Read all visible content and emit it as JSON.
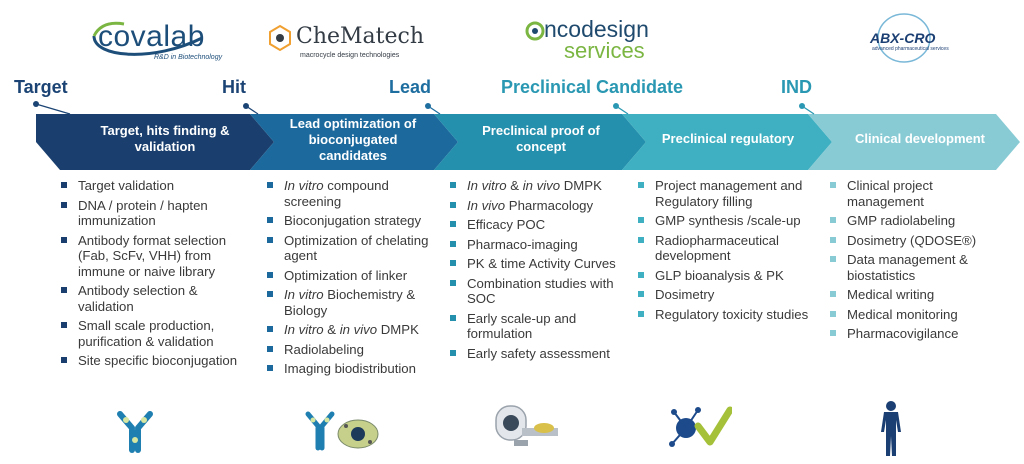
{
  "logos": [
    {
      "name": "covalab",
      "sub": "R&D in Biotechnology"
    },
    {
      "name": "CheMatech",
      "sub": "macrocycle design technologies"
    },
    {
      "name_prefix": "o",
      "name": "ncodesign",
      "name2": "services"
    },
    {
      "name": "ABX-CRO",
      "sub": "advanced pharmaceutical services"
    }
  ],
  "milestones": [
    {
      "label": "Target",
      "color": "#1b4474"
    },
    {
      "label": "Hit",
      "color": "#1b4474"
    },
    {
      "label": "Lead",
      "color": "#1f6ea0"
    },
    {
      "label": "Preclinical Candidate",
      "color": "#2a98b2"
    },
    {
      "label": "IND",
      "color": "#2a98b2"
    }
  ],
  "stages": [
    {
      "label": "Target, hits finding & validation",
      "color": "#1a3f6e"
    },
    {
      "label": "Lead optimization of bioconjugated candidates",
      "color": "#1c6a9d"
    },
    {
      "label": "Preclinical proof of concept",
      "color": "#2590ad"
    },
    {
      "label": "Preclinical regulatory",
      "color": "#3fb0c1"
    },
    {
      "label": "Clinical development",
      "color": "#88cbd5"
    }
  ],
  "columns": [
    {
      "bullet_color": "#1a3f6e",
      "items": [
        {
          "plain": "Target validation"
        },
        {
          "plain": "DNA / protein / hapten immunization"
        },
        {
          "plain": "Antibody format selection (Fab, ScFv, VHH) from immune or naive library"
        },
        {
          "plain": "Antibody selection & validation"
        },
        {
          "plain": "Small scale production, purification & validation"
        },
        {
          "plain": "Site specific bioconjugation"
        }
      ]
    },
    {
      "bullet_color": "#1c6a9d",
      "items": [
        {
          "ital": "In vitro",
          "rest": " compound screening"
        },
        {
          "plain": "Bioconjugation strategy"
        },
        {
          "plain": "Optimization of chelating agent"
        },
        {
          "plain": "Optimization of linker"
        },
        {
          "ital": "In vitro",
          "rest": " Biochemistry & Biology"
        },
        {
          "ital": "In vitro",
          "mid": " & ",
          "ital2": "in vivo",
          "rest": " DMPK"
        },
        {
          "plain": "Radiolabeling"
        },
        {
          "plain": "Imaging biodistribution"
        }
      ]
    },
    {
      "bullet_color": "#2590ad",
      "items": [
        {
          "ital": "In vitro",
          "mid": " & ",
          "ital2": "in vivo",
          "rest": " DMPK"
        },
        {
          "ital": "In vivo",
          "rest": " Pharmacology"
        },
        {
          "plain": "Efficacy POC"
        },
        {
          "plain": "Pharmaco-imaging"
        },
        {
          "plain": "PK & time Activity Curves"
        },
        {
          "plain": "Combination studies with SOC"
        },
        {
          "plain": "Early scale-up and formulation"
        },
        {
          "plain": "Early safety assessment"
        }
      ]
    },
    {
      "bullet_color": "#3fb0c1",
      "items": [
        {
          "plain": "Project management and  Regulatory filling"
        },
        {
          "plain": "GMP synthesis /scale-up"
        },
        {
          "plain": "Radiopharmaceutical development"
        },
        {
          "plain": "GLP bioanalysis  & PK"
        },
        {
          "plain": "Dosimetry"
        },
        {
          "plain": "Regulatory toxicity studies"
        }
      ]
    },
    {
      "bullet_color": "#88cbd5",
      "items": [
        {
          "plain": "Clinical project management"
        },
        {
          "plain": "GMP radiolabeling"
        },
        {
          "plain": "Dosimetry (QDOSE®)"
        },
        {
          "plain": "Data management & biostatistics"
        },
        {
          "plain": "Medical writing"
        },
        {
          "plain": "Medical monitoring"
        },
        {
          "plain": "Pharmacovigilance"
        }
      ]
    }
  ],
  "icons": [
    "antibody-icon",
    "antibody-molecule-icon",
    "imaging-scanner-icon",
    "molecule-check-icon",
    "human-body-icon"
  ]
}
